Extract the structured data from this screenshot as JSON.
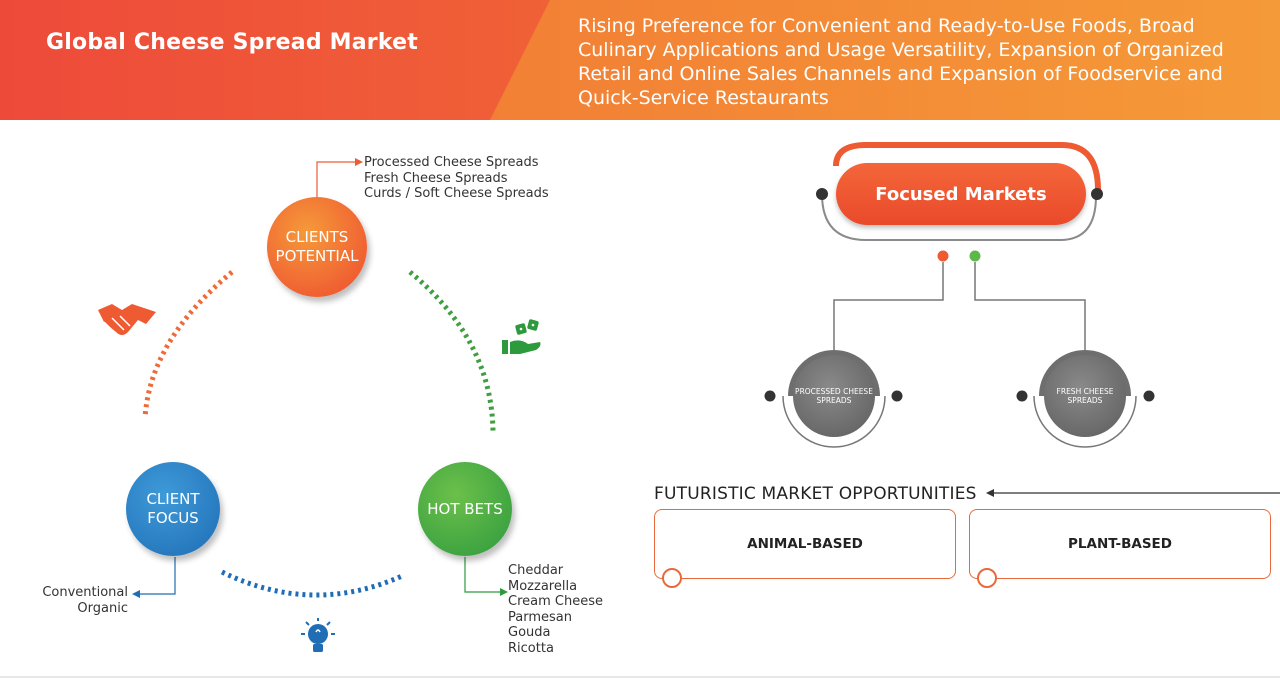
{
  "header": {
    "title": "Global Cheese Spread Market",
    "drivers": "Rising Preference for Convenient and Ready-to-Use Foods, Broad Culinary Applications and Usage Versatility, Expansion of Organized Retail and Online Sales Channels and Expansion of Foodservice and Quick-Service Restaurants"
  },
  "cycle": {
    "clients_potential": {
      "label": "CLIENTS POTENTIAL",
      "items": [
        "Processed Cheese Spreads",
        "Fresh Cheese Spreads",
        "Curds / Soft Cheese Spreads"
      ]
    },
    "client_focus": {
      "label": "CLIENT FOCUS",
      "items": [
        "Conventional",
        "Organic"
      ]
    },
    "hot_bets": {
      "label": "HOT BETS",
      "items": [
        "Cheddar",
        "Mozzarella",
        "Cream Cheese",
        "Parmesan",
        "Gouda",
        "Ricotta"
      ]
    },
    "icons": [
      "handshake-icon",
      "hand-holding-dice-icon",
      "lightbulb-icon"
    ]
  },
  "focused_markets": {
    "label": "Focused Markets",
    "segments": [
      "PROCESSED CHEESE SPREADS",
      "FRESH CHEESE SPREADS"
    ]
  },
  "opportunities": {
    "title": "FUTURISTIC MARKET OPPORTUNITIES",
    "items": [
      "ANIMAL-BASED",
      "PLANT-BASED"
    ]
  },
  "colors": {
    "orange": "#ee5a32",
    "blue": "#1f6db5",
    "green": "#2e9a3e",
    "gray": "#6e6e6e"
  }
}
